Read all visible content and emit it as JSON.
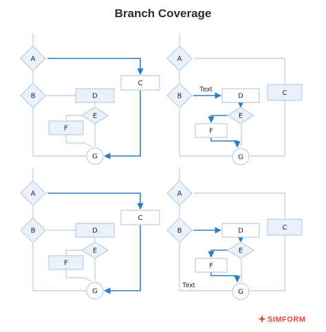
{
  "title": "Branch Coverage",
  "brand": "SIMFORM",
  "node_labels": {
    "A": "A",
    "B": "B",
    "C": "C",
    "D": "D",
    "E": "E",
    "F": "F",
    "G": "G"
  },
  "annotation": "Text",
  "colors": {
    "stroke_normal": "#b9cbe0",
    "stroke_highlight": "#2b7ec6",
    "fill": "#e9f2fb",
    "brand": "#e8403a"
  },
  "panels": [
    {
      "position": "top-left",
      "layout": "left",
      "highlighted_path": [
        "A",
        "C",
        "G"
      ],
      "annotation": null
    },
    {
      "position": "top-right",
      "layout": "right",
      "highlighted_path": [
        "B",
        "D",
        "E",
        "F",
        "G"
      ],
      "annotation": "Text"
    },
    {
      "position": "bottom-left",
      "layout": "left",
      "highlighted_path": [
        "A",
        "C",
        "G"
      ],
      "annotation": null
    },
    {
      "position": "bottom-right",
      "layout": "right",
      "highlighted_path": [
        "B",
        "D",
        "E",
        "F",
        "G"
      ],
      "annotation": "Text"
    }
  ]
}
